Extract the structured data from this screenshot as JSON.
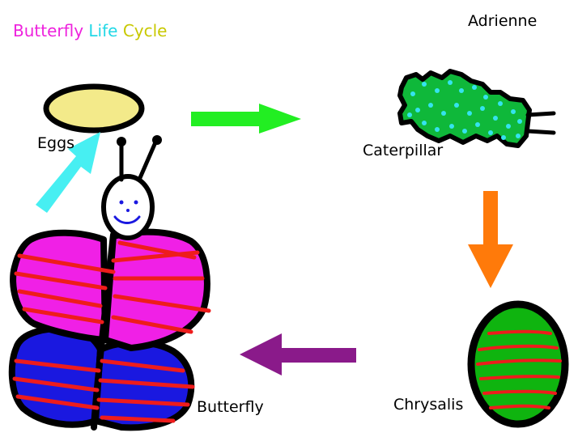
{
  "title": {
    "words": [
      {
        "text": "Butterfly",
        "color": "#ee22dd"
      },
      {
        "text": "Life",
        "color": "#22d8e6"
      },
      {
        "text": "Cycle",
        "color": "#c8c800"
      }
    ]
  },
  "author": "Adrienne",
  "stages": {
    "eggs": "Eggs",
    "caterpillar": "Caterpillar",
    "chrysalis": "Chrysalis",
    "butterfly": "Butterfly"
  },
  "colors": {
    "egg": "#f3ea8a",
    "caterpillar_body": "#0fb83a",
    "caterpillar_spots": "#35e3ee",
    "chrysalis": "#0fb40f",
    "wing_top": "#f020e6",
    "wing_bottom": "#1a18e0",
    "stripes": "#ee1c1c",
    "arrow_eggs_to_caterpillar": "#22ee22",
    "arrow_caterpillar_to_chrysalis": "#ff7a0a",
    "arrow_chrysalis_to_butterfly": "#8a1a8a",
    "arrow_butterfly_to_eggs": "#47eff2"
  }
}
